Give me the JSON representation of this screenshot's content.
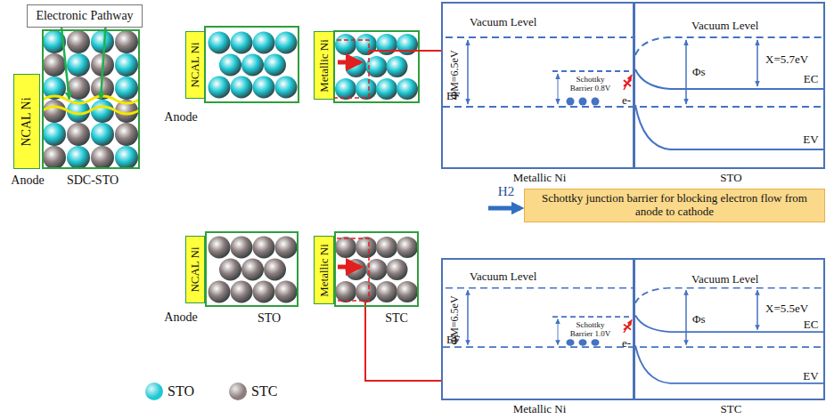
{
  "diagram": {
    "nodes": [
      {
        "text": [
          "Electronic Pathway"
        ]
      },
      {
        "text": [
          "NCAL Ni",
          "Anode"
        ]
      },
      {
        "text": [
          "SDC-STO"
        ]
      },
      {
        "text": [
          "NCAL Ni",
          "Anode"
        ]
      },
      {
        "text": [
          "Metallic Ni"
        ]
      },
      {
        "text": [
          "Vacuum Level",
          "ΦM=6.5eV",
          "Schottky Barrier 0.8V",
          "EF",
          "e-",
          "Metallic Ni"
        ]
      },
      {
        "text": [
          "Vacuum Level",
          "Φs",
          "X=5.7eV",
          "EC",
          "EV",
          "STO"
        ]
      },
      {
        "text": [
          "Schottky junction barrier for blocking electron flow from anode to cathode"
        ]
      },
      {
        "text": [
          "NCAL Ni",
          "Anode"
        ]
      },
      {
        "text": [
          "STO"
        ]
      },
      {
        "text": [
          "Metallic Ni"
        ]
      },
      {
        "text": [
          "STC"
        ]
      },
      {
        "text": [
          "Vacuum Level",
          "ΦM=6.5eV",
          "Schottky Barrier 1.0V",
          "EF",
          "e-",
          "Metallic Ni"
        ]
      },
      {
        "text": [
          "Vacuum Level",
          "Φs",
          "X=5.5eV",
          "EC",
          "EV",
          "STC"
        ]
      }
    ],
    "edges": [
      {
        "from": 0,
        "to": 2,
        "arrow": "to"
      },
      {
        "from": 0,
        "to": 2,
        "arrow": "to"
      }
    ],
    "labels": [
      "H2"
    ],
    "legend": [
      {
        "text": "STO",
        "color": "#1ec8d4"
      },
      {
        "text": "STC",
        "color": "#8c7d7d"
      }
    ]
  }
}
